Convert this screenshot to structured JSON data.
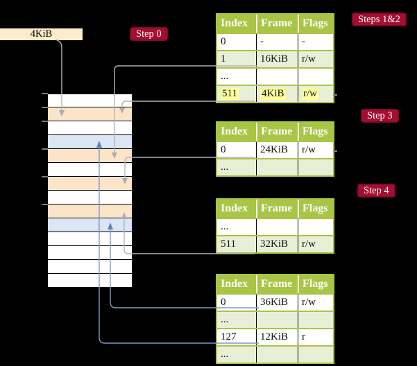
{
  "frame_box": {
    "label": "4KiB"
  },
  "badges": {
    "step0": {
      "label": "Step 0"
    },
    "steps12": {
      "label": "Steps 1&2"
    },
    "step3": {
      "label": "Step 3"
    },
    "step4": {
      "label": "Step 4"
    }
  },
  "page_tables": [
    {
      "id": "table-1",
      "headers": [
        "Index",
        "Frame",
        "Flags"
      ],
      "rows": [
        {
          "cells": [
            "0",
            "-",
            "-"
          ],
          "shaded": false,
          "highlighted": false
        },
        {
          "cells": [
            "1",
            "16KiB",
            "r/w"
          ],
          "shaded": true,
          "highlighted": false
        },
        {
          "cells": [
            "...",
            "",
            ""
          ],
          "shaded": false,
          "highlighted": false
        },
        {
          "cells": [
            "511",
            "4KiB",
            "r/w"
          ],
          "shaded": true,
          "highlighted": true
        }
      ]
    },
    {
      "id": "table-2",
      "headers": [
        "Index",
        "Frame",
        "Flags"
      ],
      "rows": [
        {
          "cells": [
            "0",
            "24KiB",
            "r/w"
          ],
          "shaded": false,
          "highlighted": false
        },
        {
          "cells": [
            "...",
            "",
            ""
          ],
          "shaded": true,
          "highlighted": false
        }
      ]
    },
    {
      "id": "table-3",
      "headers": [
        "Index",
        "Frame",
        "Flags"
      ],
      "rows": [
        {
          "cells": [
            "...",
            "",
            ""
          ],
          "shaded": false,
          "highlighted": false
        },
        {
          "cells": [
            "511",
            "32KiB",
            "r/w"
          ],
          "shaded": true,
          "highlighted": false
        }
      ]
    },
    {
      "id": "table-4",
      "headers": [
        "Index",
        "Frame",
        "Flags"
      ],
      "rows": [
        {
          "cells": [
            "0",
            "36KiB",
            "r/w"
          ],
          "shaded": false,
          "highlighted": false
        },
        {
          "cells": [
            "...",
            "",
            ""
          ],
          "shaded": true,
          "highlighted": false
        },
        {
          "cells": [
            "127",
            "12KiB",
            "r"
          ],
          "shaded": false,
          "highlighted": false
        },
        {
          "cells": [
            "...",
            "",
            ""
          ],
          "shaded": true,
          "highlighted": false
        }
      ]
    }
  ],
  "memory_column": {
    "rows": [
      "white",
      "peach",
      "white",
      "blue",
      "peach",
      "white",
      "peach",
      "white",
      "peach",
      "blue",
      "white",
      "white",
      "white",
      "white"
    ],
    "tick_tops": [
      134,
      154,
      174,
      214,
      254,
      294
    ]
  },
  "colors": {
    "background": "#000000",
    "frame_box_fill": "#fbeccb",
    "badge_fill": "#a50d31",
    "badge_border": "#7c0c26",
    "table_header_green": "#a8c545",
    "table_row_shaded": "#e9efd7",
    "highlight_yellow": "#ffff9b",
    "memory_peach": "#fce4c9",
    "memory_blue": "#dbe5f3",
    "arrow_gray": "#b3b3b3",
    "arrow_blue": "#7e99c8"
  }
}
